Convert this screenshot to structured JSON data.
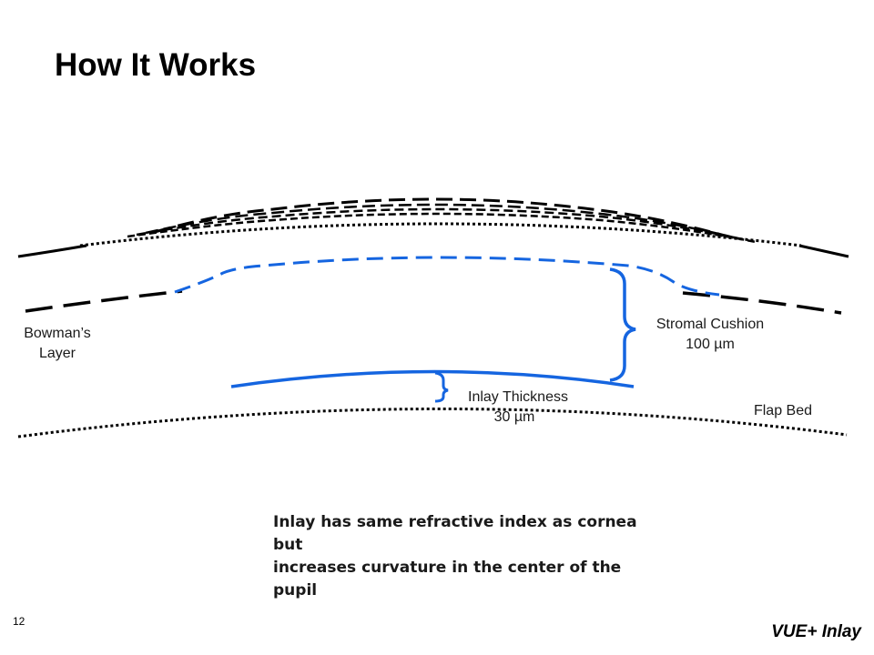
{
  "slide": {
    "title": "How It Works",
    "page_number": "12",
    "brand": "VUE+ Inlay"
  },
  "labels": {
    "bowmans_line1": "Bowman’s",
    "bowmans_line2": "Layer",
    "stromal_line1": "Stromal Cushion",
    "stromal_line2": "100 µm",
    "inlay_line1": "Inlay Thickness",
    "inlay_line2": "30 µm",
    "flap_bed": "Flap Bed"
  },
  "caption": {
    "line1": "Inlay has same refractive index as cornea but",
    "line2": "increases curvature in the center of the pupil"
  },
  "colors": {
    "inlay_blue": "#1565e0",
    "ink": "#000000"
  }
}
